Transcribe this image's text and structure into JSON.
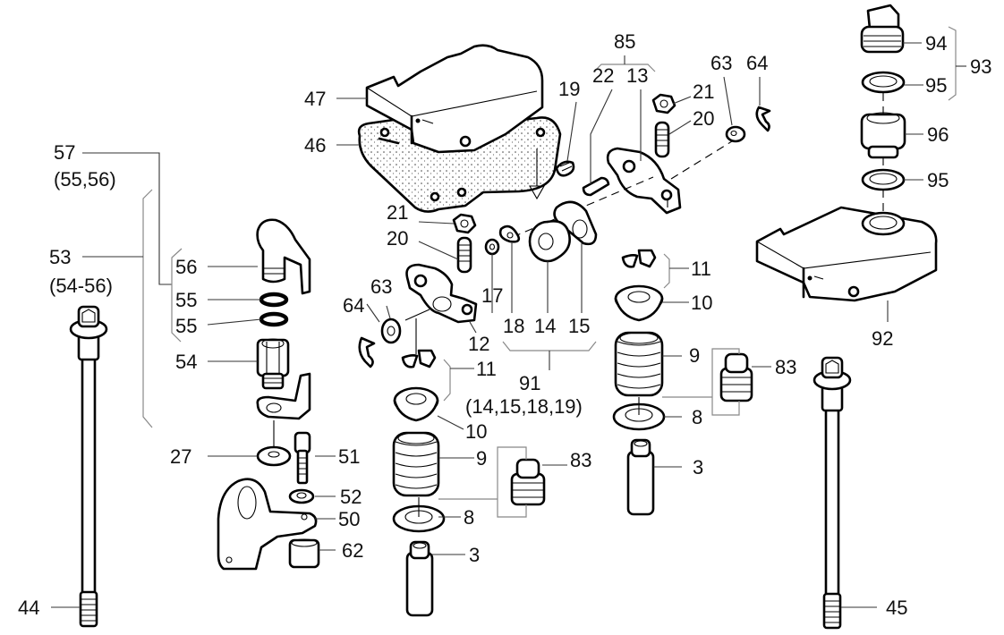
{
  "diagram": {
    "title": "Exploded view: rocker cover, rocker arms and valve gear",
    "labels": {
      "l3a": "3",
      "l3b": "3",
      "l8a": "8",
      "l8b": "8",
      "l9a": "9",
      "l9b": "9",
      "l10a": "10",
      "l10b": "10",
      "l11a": "11",
      "l11b": "11",
      "l12": "12",
      "l13": "13",
      "l14": "14",
      "l15": "15",
      "l17": "17",
      "l18": "18",
      "l19": "19",
      "l20a": "20",
      "l20b": "20",
      "l21a": "21",
      "l21b": "21",
      "l22": "22",
      "l27": "27",
      "l44": "44",
      "l45": "45",
      "l46": "46",
      "l47": "47",
      "l50": "50",
      "l51": "51",
      "l52": "52",
      "l53": "53",
      "l53sub": "(54-56)",
      "l54": "54",
      "l55a": "55",
      "l55b": "55",
      "l56": "56",
      "l57": "57",
      "l57sub": "(55,56)",
      "l62": "62",
      "l63a": "63",
      "l63b": "63",
      "l64a": "64",
      "l64b": "64",
      "l83a": "83",
      "l83b": "83",
      "l85": "85",
      "l91": "91",
      "l91sub": "(14,15,18,19)",
      "l92": "92",
      "l93": "93",
      "l94": "94",
      "l95a": "95",
      "l95b": "95",
      "l96": "96"
    }
  }
}
